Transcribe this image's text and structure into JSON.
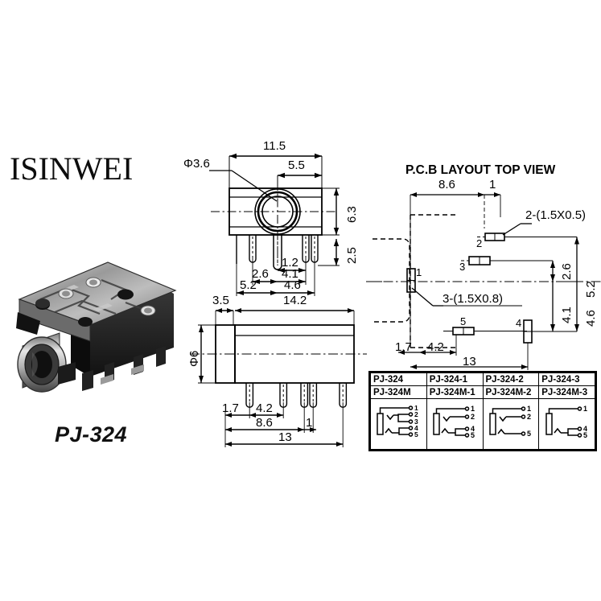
{
  "brand": "ISINWEI",
  "part_label": "PJ-324",
  "photo": {
    "alt_name": "pj-324-audio-jack-photo"
  },
  "front_view": {
    "dims": {
      "overall_width": "11.5",
      "hole_offset": "5.5",
      "hole_diameter": "Φ3.6",
      "body_height": "6.3",
      "pin_length": "2.5",
      "pin_gap_1_2": "1.2",
      "pin_2_6": "2.6",
      "pin_4_1": "4.1",
      "pin_5_2": "5.2",
      "pin_4_6": "4.6"
    }
  },
  "side_view": {
    "dims": {
      "barrel_length": "3.5",
      "body_length": "14.2",
      "barrel_diameter": "Φ6",
      "pin_offset_1_7": "1.7",
      "pin_pitch_4_2": "4.2",
      "span_8_6": "8.6",
      "span_1": "1",
      "overall_13": "13"
    }
  },
  "pcb_layout": {
    "title_left": "P.C.B LAYOUT",
    "title_right": "TOP VIEW",
    "dims": {
      "h_8_6": "8.6",
      "h_1": "1",
      "pad_2_callout": "2-(1.5X0.5)",
      "pad_3_callout": "3-(1.5X0.8)",
      "v_5_2": "5.2",
      "v_2_6": "2.6",
      "v_4_1": "4.1",
      "v_4_6": "4.6",
      "h_1_7": "1.7",
      "h_4_2": "4.2",
      "h_13": "13"
    },
    "pad_numbers": [
      "1",
      "2",
      "3",
      "4",
      "5"
    ]
  },
  "variant_table": {
    "rows": [
      [
        "PJ-324",
        "PJ-324-1",
        "PJ-324-2",
        "PJ-324-3"
      ],
      [
        "PJ-324M",
        "PJ-324M-1",
        "PJ-324M-2",
        "PJ-324M-3"
      ]
    ],
    "schematics": [
      {
        "name": "PJ-324 / PJ-324M",
        "terminals": [
          "1",
          "2",
          "3",
          "4",
          "5"
        ]
      },
      {
        "name": "PJ-324-1 / PJ-324M-1",
        "terminals": [
          "1",
          "2",
          "4",
          "5"
        ]
      },
      {
        "name": "PJ-324-2 / PJ-324M-2",
        "terminals": [
          "1",
          "2",
          "5"
        ]
      },
      {
        "name": "PJ-324-3 / PJ-324M-3",
        "terminals": [
          "1",
          "4",
          "5"
        ]
      }
    ]
  },
  "colors": {
    "line": "#000000",
    "background": "#ffffff"
  }
}
